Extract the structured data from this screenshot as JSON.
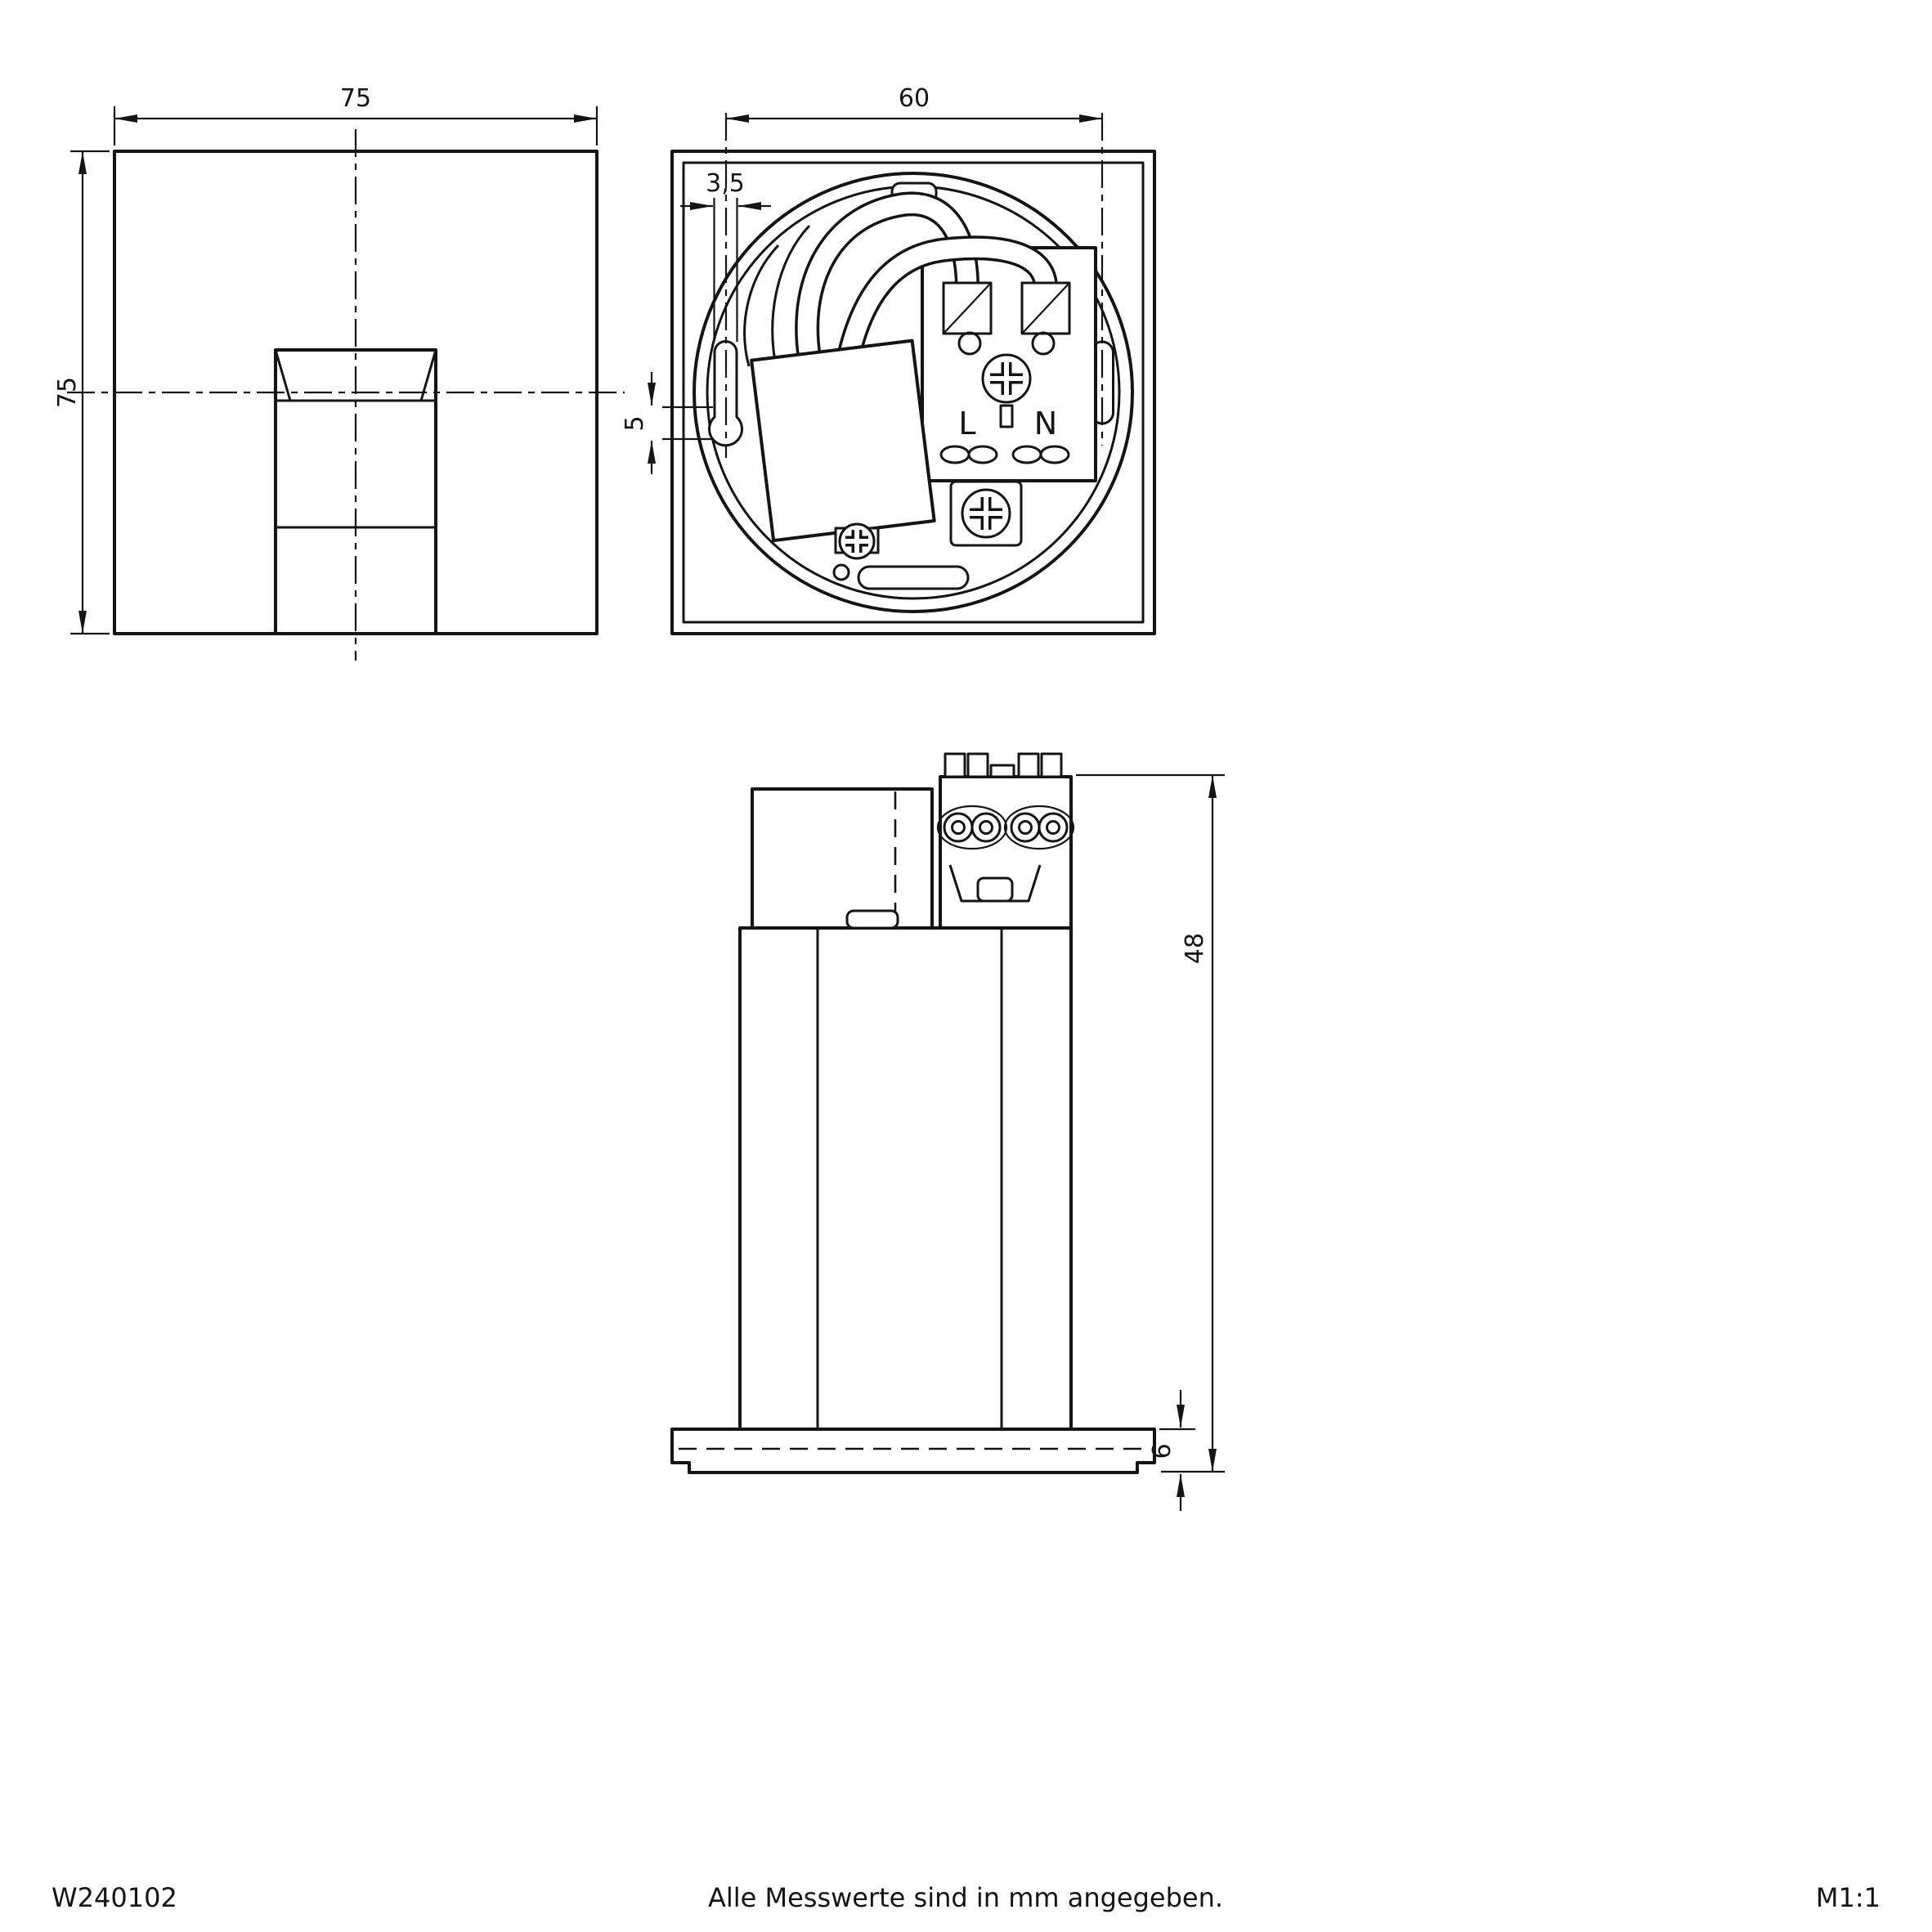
{
  "footer": {
    "part_number": "W240102",
    "note": "Alle Messwerte sind in mm angegeben.",
    "scale": "M1:1"
  },
  "front_view": {
    "width_mm": "75",
    "height_mm": "75"
  },
  "back_view": {
    "mount_spacing_mm": "60",
    "slot_width_mm": "3,5",
    "slot_offset_mm": "5",
    "terminal_live": "L",
    "terminal_neutral": "N"
  },
  "side_view": {
    "depth_mm": "48",
    "plate_thickness_mm": "6"
  },
  "colors": {
    "line": "#141414",
    "background": "#ffffff"
  }
}
